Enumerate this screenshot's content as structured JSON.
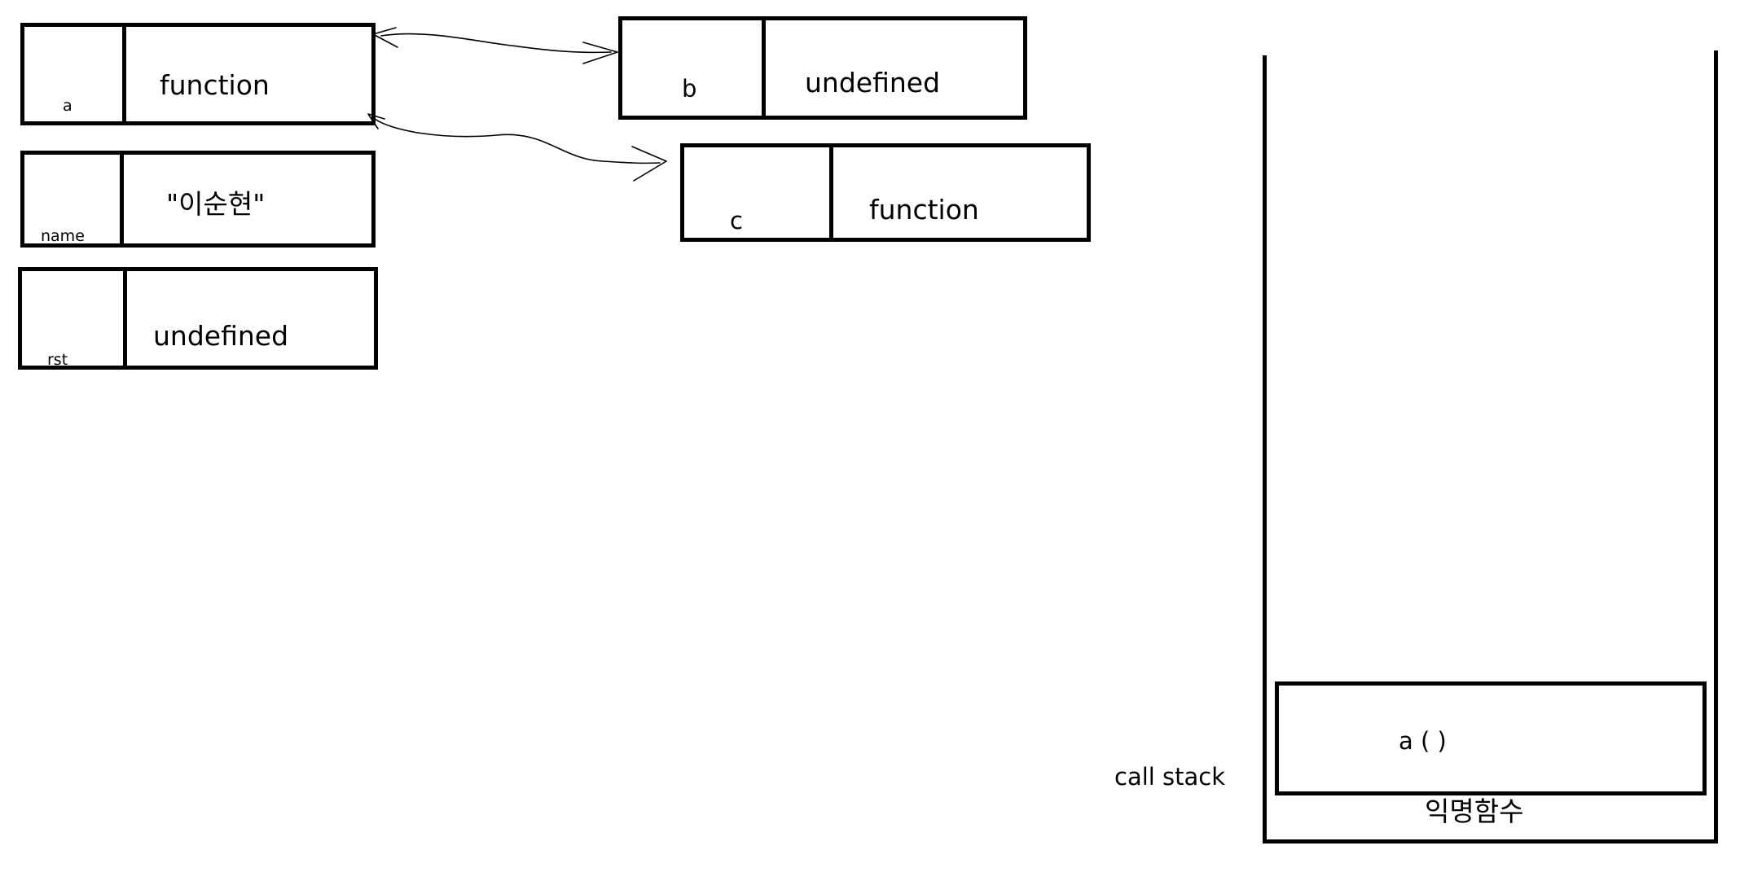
{
  "variables": [
    {
      "name": "a",
      "value": "function"
    },
    {
      "name": "name",
      "value": "\"이순현\""
    },
    {
      "name": "rst",
      "value": "undefined"
    }
  ],
  "inner_variables": [
    {
      "name": "b",
      "value": "undefined"
    },
    {
      "name": "c",
      "value": "function"
    }
  ],
  "call_stack": {
    "label": "call stack",
    "frames": [
      "a ( )"
    ],
    "base_label": "익명함수"
  },
  "colors": {
    "stroke": "#000000",
    "background": "#ffffff"
  }
}
